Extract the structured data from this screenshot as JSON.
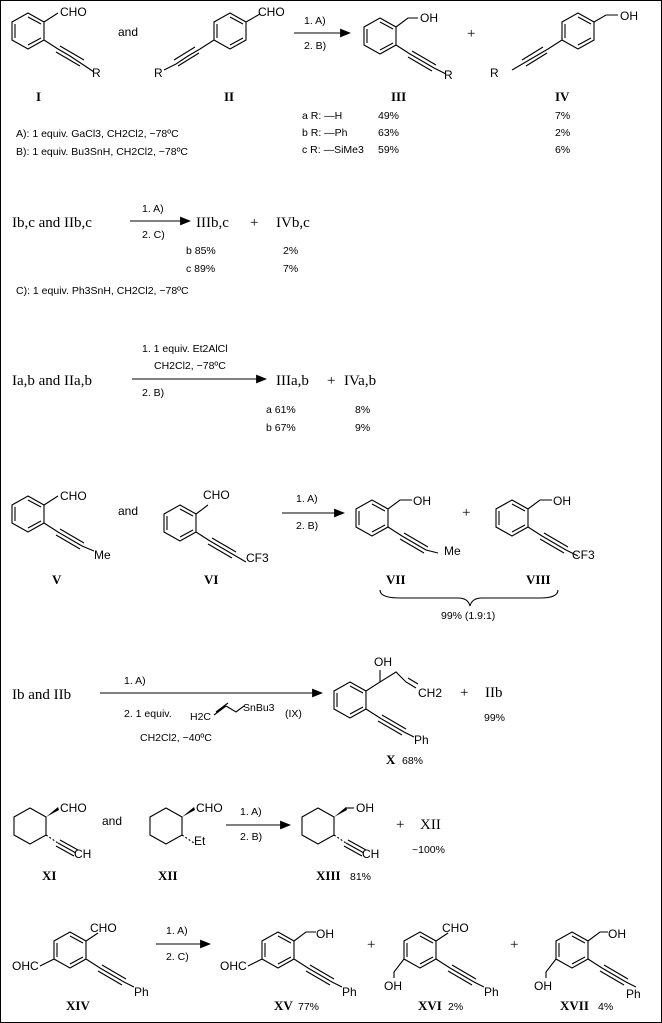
{
  "scheme1": {
    "cpd_I": "I",
    "cpd_II": "II",
    "cpd_III": "III",
    "cpd_IV": "IV",
    "and": "and",
    "plus": "+",
    "I_cho": "CHO",
    "I_r": "R",
    "II_cho": "CHO",
    "II_r": "R",
    "III_oh": "OH",
    "III_r": "R",
    "IV_oh": "OH",
    "IV_r": "R",
    "step1": "1. A)",
    "step2": "2. B)",
    "condA": "A): 1 equiv. GaCl3, CH2Cl2, −78ºC",
    "condB": "B): 1 equiv. Bu3SnH, CH2Cl2, −78ºC",
    "rows": [
      {
        "label": "a  R: —H",
        "III": "49%",
        "IV": "7%"
      },
      {
        "label": "b  R: —Ph",
        "III": "63%",
        "IV": "2%"
      },
      {
        "label": "c  R: —SiMe3",
        "III": "59%",
        "IV": "6%"
      }
    ]
  },
  "scheme2": {
    "left": "Ib,c  and  IIb,c",
    "step1": "1. A)",
    "step2": "2. C)",
    "product_III": "IIIb,c",
    "plus": "+",
    "product_IV": "IVb,c",
    "rows": [
      {
        "label": "b 85%",
        "IV": "2%"
      },
      {
        "label": "c 89%",
        "IV": "7%"
      }
    ],
    "condC": "C): 1 equiv. Ph3SnH, CH2Cl2, −78ºC"
  },
  "scheme3": {
    "left": "Ia,b  and  IIa,b",
    "step1a": "1. 1 equiv. Et2AlCl",
    "step1b": "CH2Cl2, −78ºC",
    "step2": "2. B)",
    "product_III": "IIIa,b",
    "plus": "+",
    "product_IV": "IVa,b",
    "rows": [
      {
        "label": "a 61%",
        "IV": "8%"
      },
      {
        "label": "b 67%",
        "IV": "9%"
      }
    ]
  },
  "scheme4": {
    "cpd_V": "V",
    "cpd_VI": "VI",
    "cpd_VII": "VII",
    "cpd_VIII": "VIII",
    "and": "and",
    "plus": "+",
    "V_cho": "CHO",
    "V_me": "Me",
    "VI_cho": "CHO",
    "VI_cf3": "CF3",
    "VII_oh": "OH",
    "VII_me": "Me",
    "VIII_oh": "OH",
    "VIII_cf3": "CF3",
    "step1": "1. A)",
    "step2": "2. B)",
    "yield": "99% (1.9:1)"
  },
  "scheme5": {
    "left": "Ib  and  IIb",
    "step1": "1. A)",
    "step2": "2. 1 equiv.",
    "reagent": "SnBu3",
    "reagent_h2c": "H2C",
    "reagent_tag": "(IX)",
    "step2b": "CH2Cl2, −40ºC",
    "X_oh": "OH",
    "X_ch2": "CH2",
    "X_ph": "Ph",
    "cpd_X": "X",
    "yield_X": "68%",
    "plus": "+",
    "IIb": "IIb",
    "yield_IIb": "99%"
  },
  "scheme6": {
    "XI_cho": "CHO",
    "XI_ch": "CH",
    "XII_cho": "CHO",
    "XII_et": "Et",
    "XIII_oh": "OH",
    "XIII_ch": "CH",
    "and": "and",
    "step1": "1. A)",
    "step2": "2. B)",
    "cpd_XI": "XI",
    "cpd_XII": "XII",
    "cpd_XIII": "XIII",
    "yield_XIII": "81%",
    "plus": "+",
    "XII_prod": "XII",
    "yield_XII": "~100%"
  },
  "scheme7": {
    "XIV_cho": "CHO",
    "XIV_ohc": "OHC",
    "XIV_ph": "Ph",
    "XV_oh": "OH",
    "XV_ohc": "OHC",
    "XV_ph": "Ph",
    "XVI_cho": "CHO",
    "XVI_oh": "OH",
    "XVI_ph": "Ph",
    "XVII_oh1": "OH",
    "XVII_oh2": "OH",
    "XVII_ph": "Ph",
    "step1": "1. A)",
    "step2": "2. C)",
    "plus": "+",
    "cpd_XIV": "XIV",
    "cpd_XV": "XV",
    "yield_XV": "77%",
    "cpd_XVI": "XVI",
    "yield_XVI": "2%",
    "cpd_XVII": "XVII",
    "yield_XVII": "4%"
  }
}
